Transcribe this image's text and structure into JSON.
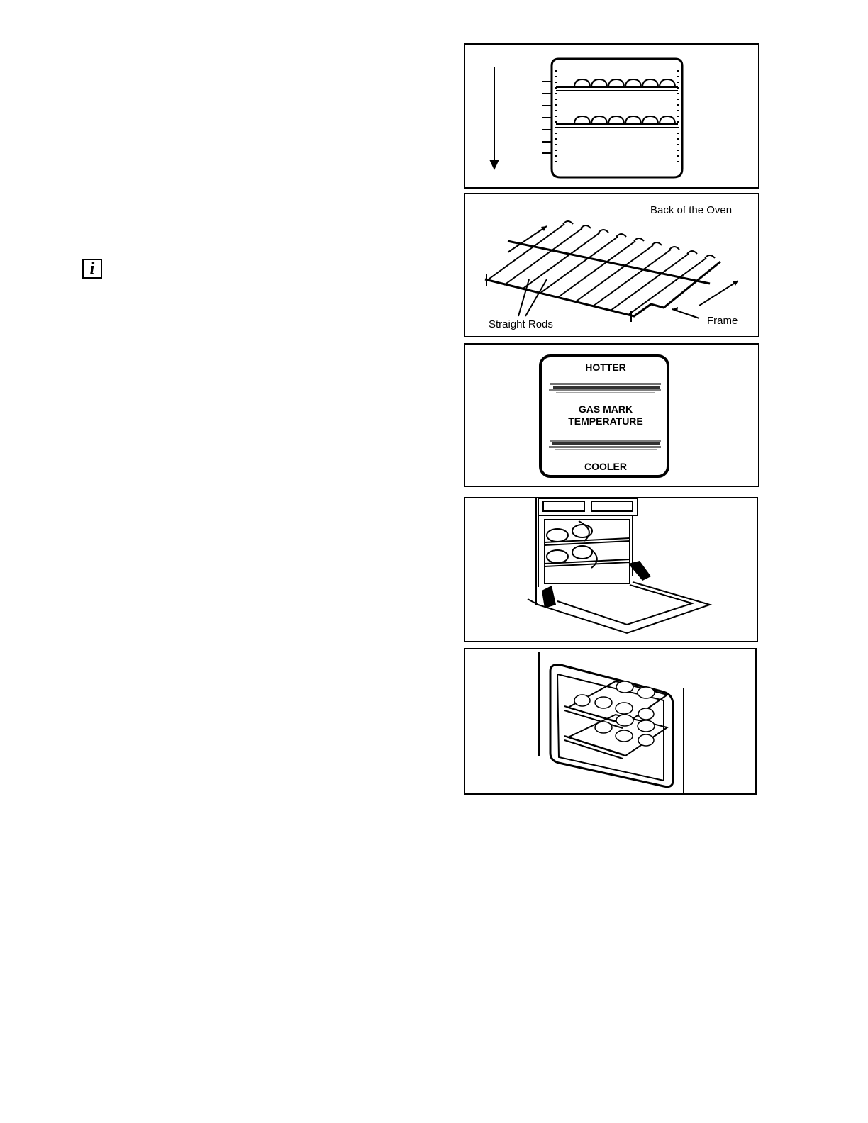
{
  "info_icon": {
    "glyph": "i",
    "icon": "info-icon"
  },
  "figures": {
    "rack_back": {
      "back_label": "Back of the Oven",
      "rods_label": "Straight Rods",
      "frame_label": "Frame"
    },
    "heat_zones": {
      "top_label": "HOTTER",
      "middle_line1": "GAS MARK",
      "middle_line2": "TEMPERATURE",
      "bottom_label": "COOLER"
    }
  }
}
